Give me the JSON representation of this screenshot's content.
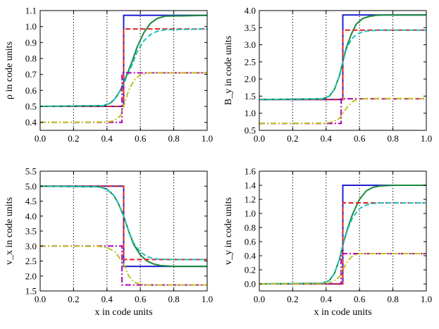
{
  "chart_data": [
    {
      "type": "line",
      "ylabel": "ρ in code units",
      "xlim": [
        0,
        1
      ],
      "ylim": [
        0.35,
        1.1
      ],
      "xticks": [
        "0.0",
        "0.2",
        "0.4",
        "0.6",
        "0.8",
        "1.0"
      ],
      "yticks": [
        "0.4",
        "0.5",
        "0.6",
        "0.7",
        "0.8",
        "0.9",
        "1.0",
        "1.1"
      ],
      "guides_x": [
        0.2,
        0.4,
        0.6,
        0.8
      ],
      "series": [
        {
          "color": "#1f1fd0",
          "dash": "solid",
          "x": [
            0,
            0.5,
            0.5,
            1
          ],
          "y": [
            0.5,
            0.5,
            1.07,
            1.07
          ]
        },
        {
          "color": "#1a8a3a",
          "dash": "solid",
          "x": [
            0,
            0.38,
            0.42,
            0.45,
            0.48,
            0.5,
            0.52,
            0.55,
            0.58,
            0.62,
            0.66,
            0.7,
            0.75,
            1
          ],
          "y": [
            0.5,
            0.505,
            0.52,
            0.55,
            0.6,
            0.65,
            0.7,
            0.78,
            0.87,
            0.96,
            1.02,
            1.05,
            1.065,
            1.07
          ]
        },
        {
          "color": "#e02020",
          "dash": "dashed",
          "x": [
            0,
            0.5,
            0.5,
            1
          ],
          "y": [
            0.5,
            0.5,
            0.985,
            0.985
          ]
        },
        {
          "color": "#20c0c0",
          "dash": "dashed",
          "x": [
            0,
            0.38,
            0.42,
            0.45,
            0.48,
            0.5,
            0.52,
            0.55,
            0.58,
            0.62,
            0.66,
            0.7,
            0.75,
            1
          ],
          "y": [
            0.5,
            0.505,
            0.52,
            0.55,
            0.6,
            0.64,
            0.69,
            0.76,
            0.84,
            0.91,
            0.95,
            0.97,
            0.98,
            0.985
          ]
        },
        {
          "color": "#b000b0",
          "dash": "dashdot",
          "x": [
            0,
            0.49,
            0.49,
            0.5,
            0.5,
            1
          ],
          "y": [
            0.4,
            0.4,
            0.71,
            0.71,
            0.71,
            0.71
          ]
        },
        {
          "color": "#c0c020",
          "dash": "dashdot",
          "x": [
            0,
            0.4,
            0.44,
            0.48,
            0.5,
            0.53,
            0.56,
            0.6,
            0.65,
            1
          ],
          "y": [
            0.4,
            0.402,
            0.41,
            0.44,
            0.5,
            0.6,
            0.66,
            0.7,
            0.71,
            0.71
          ]
        }
      ]
    },
    {
      "type": "line",
      "ylabel": "B_y in code units",
      "xlim": [
        0,
        1
      ],
      "ylim": [
        0.5,
        4.0
      ],
      "xticks": [
        "0.0",
        "0.2",
        "0.4",
        "0.6",
        "0.8",
        "1.0"
      ],
      "yticks": [
        "0.5",
        "1.0",
        "1.5",
        "2.0",
        "2.5",
        "3.0",
        "3.5",
        "4.0"
      ],
      "guides_x": [
        0.2,
        0.4,
        0.6,
        0.8
      ],
      "series": [
        {
          "color": "#1f1fd0",
          "dash": "solid",
          "x": [
            0,
            0.5,
            0.5,
            1
          ],
          "y": [
            1.4,
            1.4,
            3.87,
            3.87
          ]
        },
        {
          "color": "#1a8a3a",
          "dash": "solid",
          "x": [
            0,
            0.38,
            0.42,
            0.45,
            0.48,
            0.5,
            0.52,
            0.55,
            0.58,
            0.62,
            0.66,
            0.7,
            0.75,
            1
          ],
          "y": [
            1.4,
            1.42,
            1.5,
            1.7,
            2.1,
            2.5,
            2.9,
            3.3,
            3.6,
            3.77,
            3.83,
            3.86,
            3.87,
            3.87
          ]
        },
        {
          "color": "#e02020",
          "dash": "dashed",
          "x": [
            0,
            0.5,
            0.5,
            1
          ],
          "y": [
            1.4,
            1.4,
            3.43,
            3.43
          ]
        },
        {
          "color": "#20c0c0",
          "dash": "dashed",
          "x": [
            0,
            0.38,
            0.42,
            0.45,
            0.48,
            0.5,
            0.52,
            0.55,
            0.58,
            0.62,
            0.66,
            0.7,
            0.75,
            1
          ],
          "y": [
            1.4,
            1.42,
            1.5,
            1.7,
            2.1,
            2.5,
            2.85,
            3.15,
            3.3,
            3.38,
            3.41,
            3.42,
            3.43,
            3.43
          ]
        },
        {
          "color": "#b000b0",
          "dash": "dashdot",
          "x": [
            0,
            0.49,
            0.49,
            0.5,
            0.5,
            1
          ],
          "y": [
            0.7,
            0.7,
            1.42,
            1.42,
            1.42,
            1.42
          ]
        },
        {
          "color": "#c0c020",
          "dash": "dashdot",
          "x": [
            0,
            0.4,
            0.44,
            0.48,
            0.5,
            0.53,
            0.56,
            0.6,
            0.65,
            1
          ],
          "y": [
            0.7,
            0.71,
            0.75,
            0.85,
            1.0,
            1.2,
            1.35,
            1.42,
            1.43,
            1.43
          ]
        }
      ]
    },
    {
      "type": "line",
      "ylabel": "v_x in code units",
      "xlabel": "x in code units",
      "xlim": [
        0,
        1
      ],
      "ylim": [
        1.5,
        5.5
      ],
      "xticks": [
        "0.0",
        "0.2",
        "0.4",
        "0.6",
        "0.8",
        "1.0"
      ],
      "yticks": [
        "1.5",
        "2.0",
        "2.5",
        "3.0",
        "3.5",
        "4.0",
        "4.5",
        "5.0",
        "5.5"
      ],
      "guides_x": [
        0.2,
        0.4,
        0.6,
        0.8
      ],
      "series": [
        {
          "color": "#1f1fd0",
          "dash": "solid",
          "x": [
            0,
            0.5,
            0.5,
            1
          ],
          "y": [
            5.0,
            5.0,
            2.32,
            2.32
          ]
        },
        {
          "color": "#1a8a3a",
          "dash": "solid",
          "x": [
            0,
            0.35,
            0.4,
            0.44,
            0.47,
            0.5,
            0.53,
            0.56,
            0.6,
            0.64,
            0.68,
            0.72,
            0.8,
            1
          ],
          "y": [
            5.0,
            4.98,
            4.9,
            4.7,
            4.4,
            4.0,
            3.5,
            3.05,
            2.7,
            2.5,
            2.4,
            2.35,
            2.32,
            2.32
          ]
        },
        {
          "color": "#e02020",
          "dash": "dashed",
          "x": [
            0,
            0.5,
            0.5,
            1
          ],
          "y": [
            5.0,
            5.0,
            2.55,
            2.55
          ]
        },
        {
          "color": "#20c0c0",
          "dash": "dashed",
          "x": [
            0,
            0.35,
            0.4,
            0.44,
            0.47,
            0.5,
            0.53,
            0.56,
            0.6,
            0.64,
            0.68,
            0.72,
            0.8,
            1
          ],
          "y": [
            5.0,
            4.98,
            4.9,
            4.7,
            4.4,
            4.0,
            3.5,
            3.1,
            2.8,
            2.65,
            2.58,
            2.56,
            2.55,
            2.55
          ]
        },
        {
          "color": "#b000b0",
          "dash": "dashdot",
          "x": [
            0,
            0.49,
            0.49,
            0.5,
            0.5,
            1
          ],
          "y": [
            3.0,
            3.0,
            1.7,
            1.7,
            1.7,
            1.7
          ]
        },
        {
          "color": "#c0c020",
          "dash": "dashdot",
          "x": [
            0,
            0.35,
            0.4,
            0.45,
            0.5,
            0.53,
            0.56,
            0.6,
            0.65,
            1
          ],
          "y": [
            3.0,
            2.99,
            2.95,
            2.8,
            2.4,
            2.0,
            1.8,
            1.72,
            1.7,
            1.7
          ]
        }
      ]
    },
    {
      "type": "line",
      "ylabel": "v_y in code units",
      "xlabel": "x in code units",
      "xlim": [
        0,
        1
      ],
      "ylim": [
        -0.1,
        1.6
      ],
      "xticks": [
        "0.0",
        "0.2",
        "0.4",
        "0.6",
        "0.8",
        "1.0"
      ],
      "yticks": [
        "0.0",
        "0.2",
        "0.4",
        "0.6",
        "0.8",
        "1.0",
        "1.2",
        "1.4",
        "1.6"
      ],
      "guides_x": [
        0.2,
        0.4,
        0.6,
        0.8
      ],
      "series": [
        {
          "color": "#1f1fd0",
          "dash": "solid",
          "x": [
            0,
            0.5,
            0.5,
            1
          ],
          "y": [
            0,
            0,
            1.4,
            1.4
          ]
        },
        {
          "color": "#1a8a3a",
          "dash": "solid",
          "x": [
            0,
            0.38,
            0.42,
            0.45,
            0.48,
            0.5,
            0.53,
            0.56,
            0.6,
            0.64,
            0.68,
            0.72,
            0.8,
            1
          ],
          "y": [
            0,
            0.01,
            0.05,
            0.15,
            0.35,
            0.55,
            0.8,
            1.0,
            1.2,
            1.32,
            1.37,
            1.39,
            1.4,
            1.4
          ]
        },
        {
          "color": "#e02020",
          "dash": "dashed",
          "x": [
            0,
            0.5,
            0.5,
            1
          ],
          "y": [
            0,
            0,
            1.15,
            1.15
          ]
        },
        {
          "color": "#20c0c0",
          "dash": "dashed",
          "x": [
            0,
            0.38,
            0.42,
            0.45,
            0.48,
            0.5,
            0.53,
            0.56,
            0.6,
            0.64,
            0.68,
            0.72,
            0.8,
            1
          ],
          "y": [
            0,
            0.01,
            0.05,
            0.15,
            0.35,
            0.55,
            0.78,
            0.95,
            1.07,
            1.12,
            1.14,
            1.15,
            1.15,
            1.15
          ]
        },
        {
          "color": "#b000b0",
          "dash": "dashdot",
          "x": [
            0,
            0.49,
            0.49,
            0.5,
            0.5,
            1
          ],
          "y": [
            0,
            0,
            0.43,
            0.43,
            0.43,
            0.43
          ]
        },
        {
          "color": "#c0c020",
          "dash": "dashdot",
          "x": [
            0,
            0.4,
            0.44,
            0.48,
            0.5,
            0.53,
            0.56,
            0.6,
            0.65,
            1
          ],
          "y": [
            0,
            0.005,
            0.03,
            0.1,
            0.2,
            0.33,
            0.4,
            0.43,
            0.43,
            0.43
          ]
        }
      ]
    }
  ]
}
